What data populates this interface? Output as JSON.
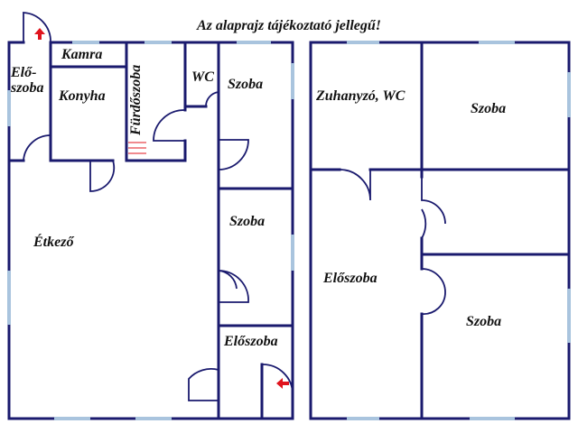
{
  "note": "Az alaprajz tájékoztató jellegű!",
  "rooms": {
    "eloszoba_left_line1": "Elő-",
    "eloszoba_left_line2": "szoba",
    "kamra": "Kamra",
    "konyha": "Konyha",
    "furdoszoba": "Fürdőszoba",
    "wc": "WC",
    "szoba_top": "Szoba",
    "etkezo": "Étkező",
    "szoba_mid": "Szoba",
    "eloszoba_small": "Előszoba",
    "zuhanyzo_wc": "Zuhanyzó, WC",
    "szoba_right_top": "Szoba",
    "eloszoba_right": "Előszoba",
    "szoba_right_bottom": "Szoba"
  },
  "colors": {
    "wall": "#1a1a6e",
    "window": "#a9c4de",
    "door_line": "#1a1a6e",
    "entry_arrow": "#e0141e",
    "text": "#111111"
  },
  "icons": [
    "entry-arrow-icon",
    "entry-arrow-icon"
  ]
}
